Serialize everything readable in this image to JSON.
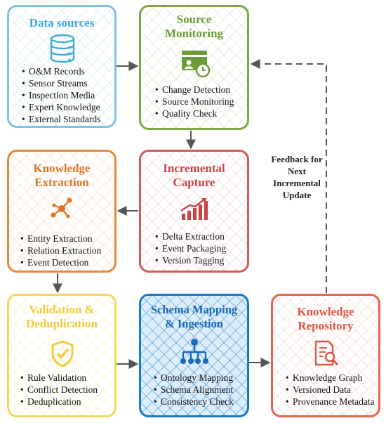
{
  "boxes": {
    "data_sources": {
      "title": "Data sources",
      "items": [
        "O&M Records",
        "Sensor Streams",
        "Inspection Media",
        "Expert Knowledge",
        "External Standards"
      ]
    },
    "source_monitoring": {
      "title_line1": "Source",
      "title_line2": "Monitoring",
      "items": [
        "Change Detection",
        "Source Monitoring",
        "Quality Check"
      ]
    },
    "knowledge_extraction": {
      "title_line1": "Knowledge",
      "title_line2": "Extraction",
      "items": [
        "Entity Extraction",
        "Relation Extraction",
        "Event Detection"
      ]
    },
    "incremental_capture": {
      "title_line1": "Incremental",
      "title_line2": "Capture",
      "items": [
        "Delta Extraction",
        "Event Packaging",
        "Version Tagging"
      ]
    },
    "validation_dedup": {
      "title_line1": "Validation &",
      "title_line2": "Deduplication",
      "items": [
        "Rule Validation",
        "Conflict Detection",
        "Deduplication"
      ]
    },
    "schema_mapping": {
      "title_line1": "Schema Mapping",
      "title_line2": "& Ingestion",
      "items": [
        "Ontology Mapping",
        "Schema Alignment",
        "Consistency Check"
      ]
    },
    "knowledge_repository": {
      "title_line1": "Knowledge",
      "title_line2": "Repository",
      "items": [
        "Knowledge Graph",
        "Versioned Data",
        "Provenance Metadata"
      ]
    }
  },
  "feedback": {
    "line1": "Feedback for",
    "line2": "Next",
    "line3": "Incremental",
    "line4": "Update"
  },
  "colors": {
    "data_sources": "#3fa9dc",
    "source_monitoring": "#6a9b35",
    "knowledge_extraction": "#e07422",
    "incremental_capture": "#cc4245",
    "validation_dedup": "#f0cc3c",
    "schema_mapping": "#1869b6",
    "knowledge_repository": "#e05743",
    "arrow": "#555555"
  },
  "icons": {
    "data_sources": "database-icon",
    "source_monitoring": "monitor-clock-icon",
    "knowledge_extraction": "network-hub-icon",
    "incremental_capture": "growth-chart-icon",
    "validation_dedup": "shield-check-icon",
    "schema_mapping": "hierarchy-icon",
    "knowledge_repository": "document-search-icon"
  }
}
